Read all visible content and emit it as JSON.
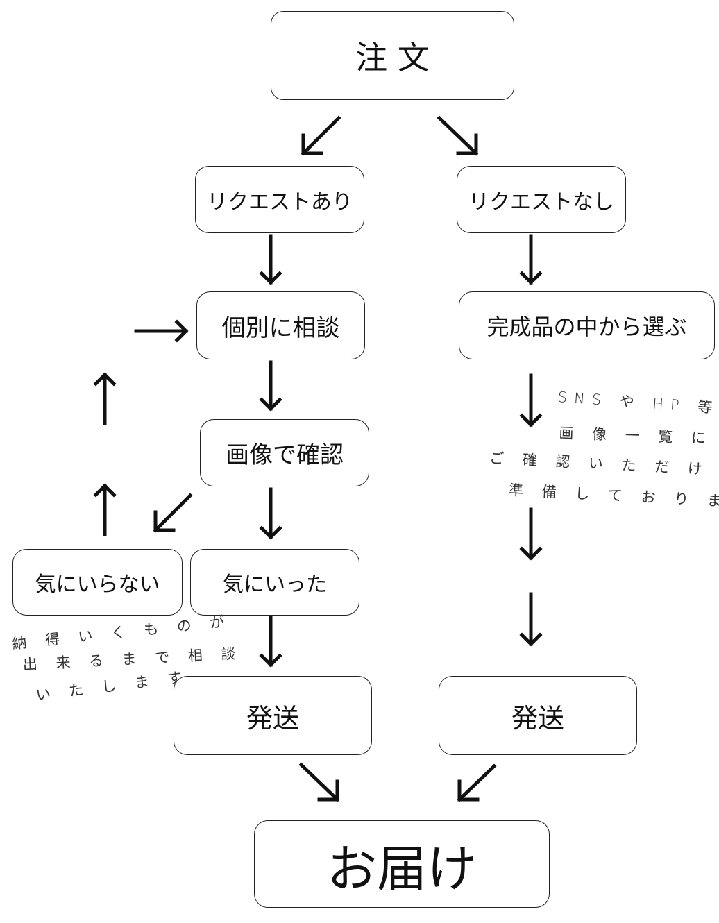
{
  "nodes": {
    "order": "注 文",
    "request_yes": "リクエストあり",
    "request_no": "リクエストなし",
    "consult": "個別に相談",
    "choose": "完成品の中から選ぶ",
    "confirm": "画像で確認",
    "dislike": "気にいらない",
    "like": "気にいった",
    "ship_left": "発送",
    "ship_right": "発送",
    "deliver": "お届け"
  },
  "notes": {
    "right": [
      "SNS や HP 等 で",
      "画 像 一 覧 に し て",
      "ご 確 認 い た だ け る よ う",
      "準 備 し て お り ま す"
    ],
    "left": [
      "納 得 い く も の が",
      "出 来 る ま で 相 談",
      "い た し ま す"
    ]
  }
}
